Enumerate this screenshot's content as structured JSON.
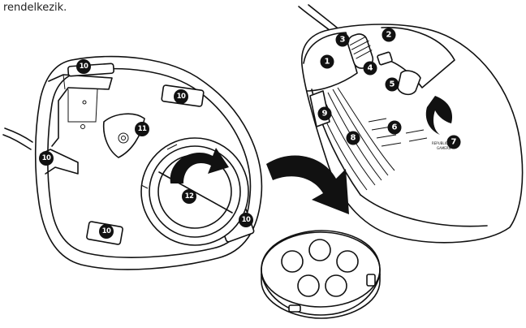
{
  "caption": "rendelkezik.",
  "brand": {
    "line1": "REPUBLIC OF",
    "line2": "GAMERS"
  },
  "callouts": [
    {
      "id": "1",
      "label": "1"
    },
    {
      "id": "2",
      "label": "2"
    },
    {
      "id": "3",
      "label": "3"
    },
    {
      "id": "4",
      "label": "4"
    },
    {
      "id": "5",
      "label": "5"
    },
    {
      "id": "6",
      "label": "6"
    },
    {
      "id": "7",
      "label": "7"
    },
    {
      "id": "8",
      "label": "8"
    },
    {
      "id": "9",
      "label": "9"
    },
    {
      "id": "10",
      "label": "10"
    },
    {
      "id": "11",
      "label": "11"
    },
    {
      "id": "12",
      "label": "12"
    }
  ],
  "icons": {
    "rotate": "rotate-arrow-icon",
    "move": "curved-down-arrow-icon"
  }
}
